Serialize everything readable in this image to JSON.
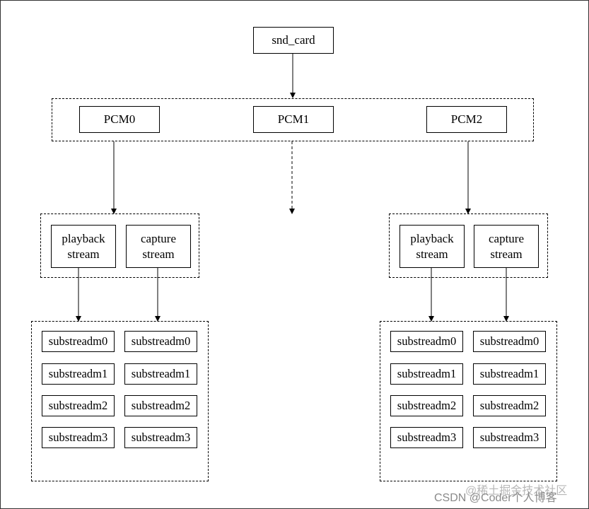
{
  "top": {
    "label": "snd_card"
  },
  "pcms": [
    "PCM0",
    "PCM1",
    "PCM2"
  ],
  "streams": {
    "playback": "playback\nstream",
    "capture": "capture\nstream"
  },
  "substreams": [
    "substreadm0",
    "substreadm1",
    "substreadm2",
    "substreadm3"
  ],
  "watermark": {
    "line1": "@稀土掘金技术社区",
    "line2": "CSDN @Coder个人博客"
  }
}
